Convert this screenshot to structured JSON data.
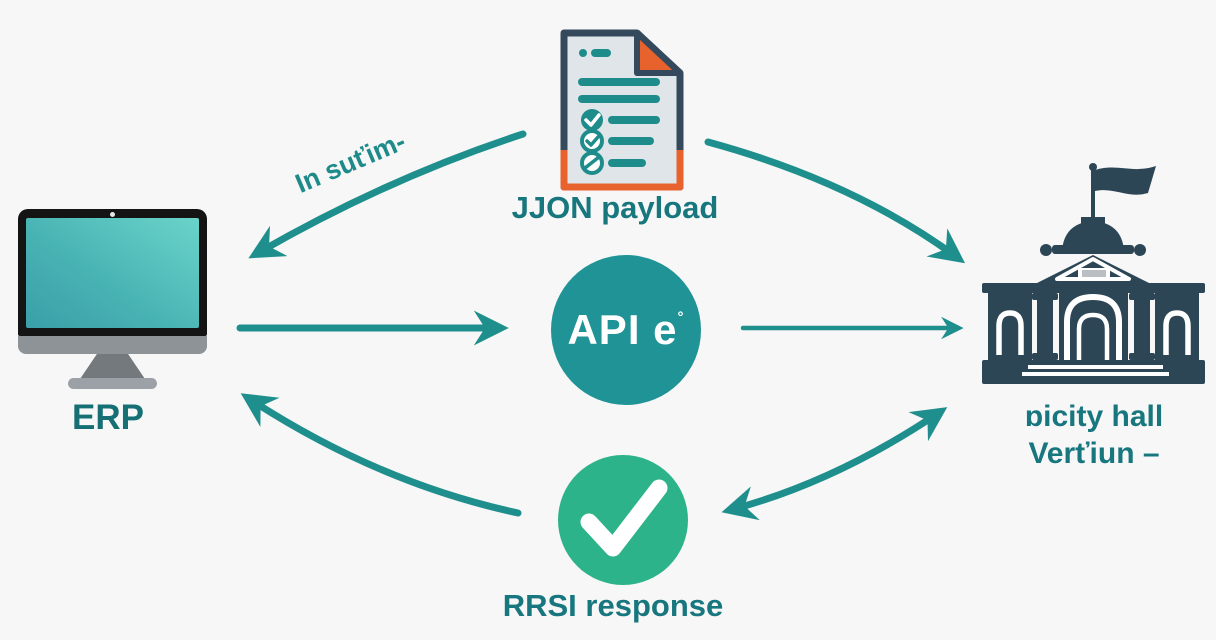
{
  "colors": {
    "background": "#f6f7f6",
    "arrow_teal": "#1f8f8d",
    "label_teal": "#17767e",
    "erp_text_teal": "#156f75",
    "api_circle_teal": "#1f9396",
    "check_circle_green": "#2db389",
    "building_navy": "#2c4656",
    "document_border_navy": "#344a5c",
    "document_fill_gray": "#dfe5e8",
    "document_accent_orange": "#e8622d",
    "document_line_teal": "#1f8c8c",
    "screen_gradient_light": "#6ad4ca",
    "screen_gradient_dark": "#3a9fa9"
  },
  "nodes": {
    "erp": {
      "label": "ERP"
    },
    "json_payload": {
      "label": "JJON payload"
    },
    "api": {
      "label": "API e",
      "superscript": "°"
    },
    "response": {
      "label": "RRSI response"
    },
    "city_hall": {
      "line1": "ɒicity hall",
      "line2": "Verťiun –"
    }
  },
  "annotations": {
    "arrow_label": "In suťim-"
  }
}
